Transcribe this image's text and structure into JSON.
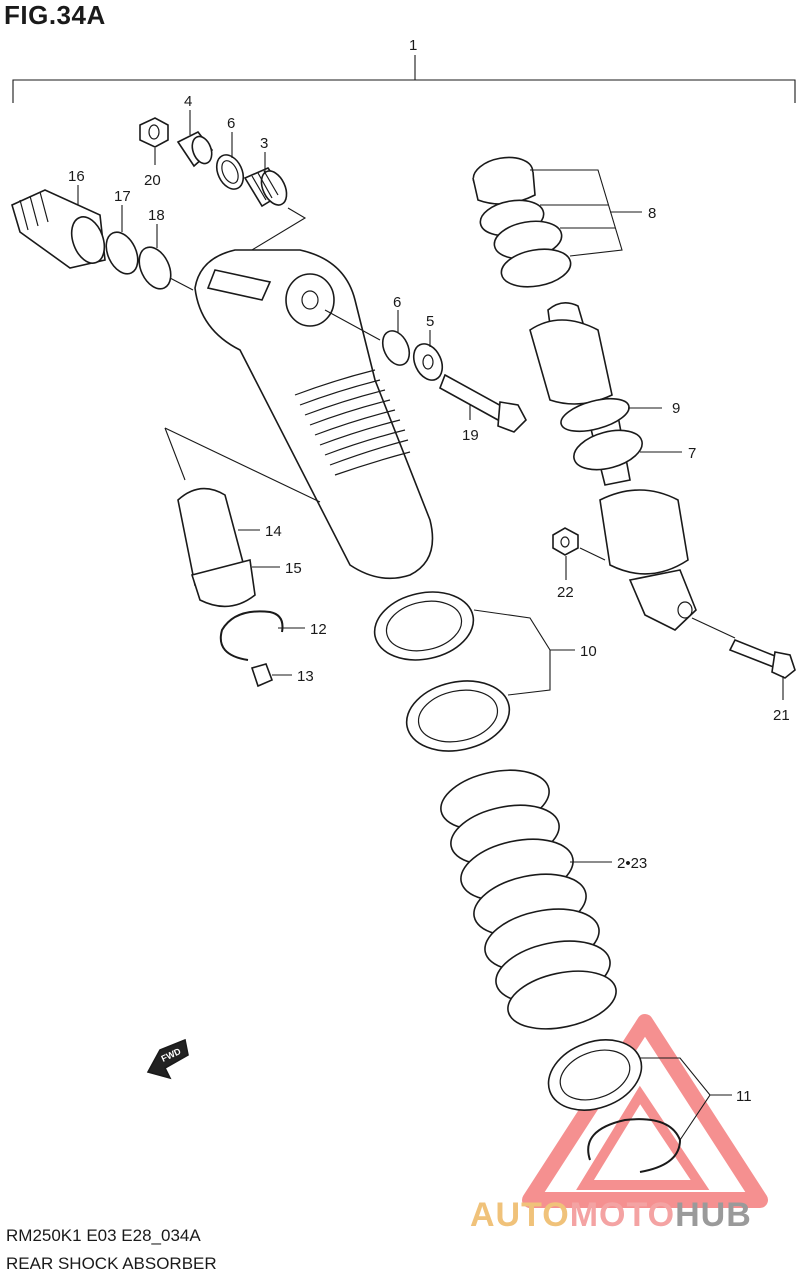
{
  "figure": {
    "title": "FIG.34A",
    "model_code": "RM250K1 E03 E28_034A",
    "caption": "REAR SHOCK ABSORBER",
    "direction_tag": "FWD"
  },
  "callouts": [
    "1",
    "2•23",
    "3",
    "4",
    "5",
    "6",
    "6",
    "7",
    "8",
    "9",
    "10",
    "11",
    "12",
    "13",
    "14",
    "15",
    "16",
    "17",
    "18",
    "19",
    "20",
    "21",
    "22"
  ],
  "watermark": {
    "text_a": "AUTO",
    "text_b": "MOTO",
    "text_c": "HUB",
    "colors": {
      "auto": "#f0c27a",
      "moto": "#f4a3a3",
      "hub": "#9a9a9a",
      "triangle": "#f26b6b"
    }
  }
}
